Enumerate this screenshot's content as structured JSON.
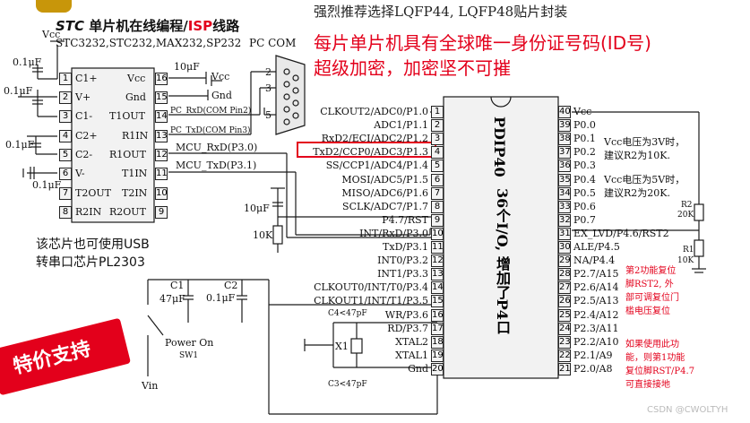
{
  "header": {
    "stc_prefix": "STC",
    "title_mid": " 单片机在线编程/",
    "title_isp": "ISP",
    "title_end": "线路",
    "pc_com": "PC COM",
    "chip_list": "STC3232,STC232,MAX232,SP232"
  },
  "notes": {
    "top": "强烈推荐选择LQFP44, LQFP48贴片封装",
    "red1": "每片单片机具有全球唯一身份证号码(ID号)",
    "red2": "超级加密，加密坚不可摧",
    "usb1": "该芯片也可使用USB",
    "usb2": "转串口芯片PL2303",
    "promo": "特价支持",
    "vcc1": "Vcc电压为3V时，",
    "vcc2": "建议R2为10K.",
    "vcc3": "Vcc电压为5V时，",
    "vcc4": "建议R2为20K.",
    "rst1": "第2功能复位",
    "rst2": "脚RST2, 外",
    "rst3": "部可调复位门",
    "rst4": "槛电压复位",
    "rst5": "如果使用此功",
    "rst6": "能，则第1功能",
    "rst7": "复位脚RST/P4.7",
    "rst8": "可直接接地",
    "watermark": "CSDN @CWOLTYH"
  },
  "rs232": {
    "left_pins": [
      {
        "num": "1",
        "name": "C1+"
      },
      {
        "num": "2",
        "name": "V+"
      },
      {
        "num": "3",
        "name": "C1-"
      },
      {
        "num": "4",
        "name": "C2+"
      },
      {
        "num": "5",
        "name": "C2-"
      },
      {
        "num": "6",
        "name": "V-"
      },
      {
        "num": "7",
        "name": "T2OUT"
      },
      {
        "num": "8",
        "name": "R2IN"
      }
    ],
    "right_pins": [
      {
        "num": "16",
        "name": "Vcc"
      },
      {
        "num": "15",
        "name": "Gnd"
      },
      {
        "num": "14",
        "name": "T1OUT"
      },
      {
        "num": "13",
        "name": "R1IN"
      },
      {
        "num": "12",
        "name": "R1OUT"
      },
      {
        "num": "11",
        "name": "T1IN"
      },
      {
        "num": "10",
        "name": "T2IN"
      },
      {
        "num": "9",
        "name": "R2OUT"
      }
    ]
  },
  "labels": {
    "vcc_a": "Vcc",
    "cap_a": "0.1μF",
    "cap_b": "0.1μF",
    "cap_c": "0.1μF",
    "cap_d": "0.1μF",
    "cap_10u": "10μF",
    "vcc_b": "Vcc",
    "gnd_a": "Gnd",
    "pc_rxd": "PC_RxD(COM Pin2)",
    "pc_txd": "PC_TxD(COM Pin3)",
    "mcu_rxd": "MCU_RxD(P3.0)",
    "mcu_txd": "MCU_TxD(P3.1)",
    "db_2": "2",
    "db_3": "3",
    "db_5": "5",
    "cap_10u_b": "10μF",
    "res_10k": "10K",
    "c1": "C1",
    "c1v": "47μF",
    "c2": "C2",
    "c2v": "0.1μF",
    "power_on": "Power On",
    "sw1": "SW1",
    "vin": "Vin",
    "c4": "C4<47pF",
    "c3": "C3<47pF",
    "x1": "X1",
    "r2": "R2",
    "r2v": "20K",
    "r1": "R1",
    "r1v": "10K"
  },
  "mcu": {
    "title_a": "PDIP40",
    "title_b": "36个I/O, 增加了P4口",
    "left_pins": [
      {
        "num": "1",
        "name": "CLKOUT2/ADC0/P1.0"
      },
      {
        "num": "2",
        "name": "ADC1/P1.1"
      },
      {
        "num": "3",
        "name": "RxD2/ECI/ADC2/P1.2"
      },
      {
        "num": "4",
        "name": "TxD2/CCP0/ADC3/P1.3"
      },
      {
        "num": "5",
        "name": "SS/CCP1/ADC4/P1.4"
      },
      {
        "num": "6",
        "name": "MOSI/ADC5/P1.5"
      },
      {
        "num": "7",
        "name": "MISO/ADC6/P1.6"
      },
      {
        "num": "8",
        "name": "SCLK/ADC7/P1.7"
      },
      {
        "num": "9",
        "name": "P4.7/RST"
      },
      {
        "num": "10",
        "name": "INT/RxD/P3.0"
      },
      {
        "num": "11",
        "name": "TxD/P3.1"
      },
      {
        "num": "12",
        "name": "INT0/P3.2"
      },
      {
        "num": "13",
        "name": "INT1/P3.3"
      },
      {
        "num": "14",
        "name": "CLKOUT0/INT/T0/P3.4"
      },
      {
        "num": "15",
        "name": "CLKOUT1/INT/T1/P3.5"
      },
      {
        "num": "16",
        "name": "WR/P3.6"
      },
      {
        "num": "17",
        "name": "RD/P3.7"
      },
      {
        "num": "18",
        "name": "XTAL2"
      },
      {
        "num": "19",
        "name": "XTAL1"
      },
      {
        "num": "20",
        "name": "Gnd"
      }
    ],
    "right_pins": [
      {
        "num": "40",
        "name": "Vcc"
      },
      {
        "num": "39",
        "name": "P0.0"
      },
      {
        "num": "38",
        "name": "P0.1"
      },
      {
        "num": "37",
        "name": "P0.2"
      },
      {
        "num": "36",
        "name": "P0.3"
      },
      {
        "num": "35",
        "name": "P0.4"
      },
      {
        "num": "34",
        "name": "P0.5"
      },
      {
        "num": "33",
        "name": "P0.6"
      },
      {
        "num": "32",
        "name": "P0.7"
      },
      {
        "num": "31",
        "name": "EX_LVD/P4.6/RST2"
      },
      {
        "num": "30",
        "name": "ALE/P4.5"
      },
      {
        "num": "29",
        "name": "NA/P4.4"
      },
      {
        "num": "28",
        "name": "P2.7/A15"
      },
      {
        "num": "27",
        "name": "P2.6/A14"
      },
      {
        "num": "26",
        "name": "P2.5/A13"
      },
      {
        "num": "25",
        "name": "P2.4/A12"
      },
      {
        "num": "24",
        "name": "P2.3/A11"
      },
      {
        "num": "23",
        "name": "P2.2/A10"
      },
      {
        "num": "22",
        "name": "P2.1/A9"
      },
      {
        "num": "21",
        "name": "P2.0/A8"
      }
    ]
  },
  "colors": {
    "accent_red": "#e3001b",
    "chip_fill": "#f2f2f2",
    "wire": "#1a1a1a"
  }
}
